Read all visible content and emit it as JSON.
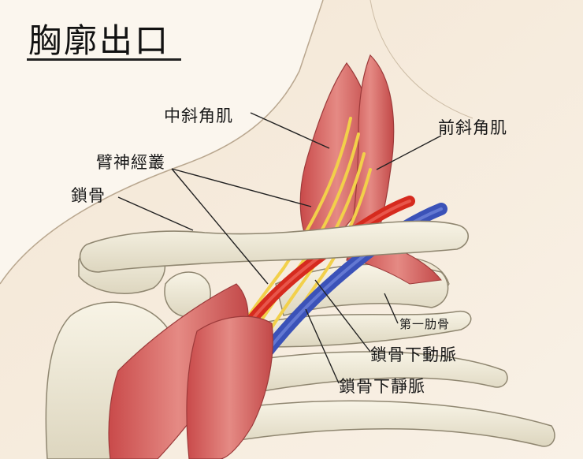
{
  "title": "胸廓出口",
  "labels": {
    "middle_scalene": "中斜角肌",
    "anterior_scalene": "前斜角肌",
    "brachial_plexus": "臂神經叢",
    "clavicle": "鎖骨",
    "first_rib": "第一肋骨",
    "subclavian_artery": "鎖骨下動脈",
    "subclavian_vein": "鎖骨下靜脈"
  },
  "colors": {
    "background": "#f7eee2",
    "muscle": "#d9645f",
    "bone": "#efe9d6",
    "artery": "#d62a1e",
    "vein": "#3b52b8",
    "nerve": "#f2d04a"
  }
}
